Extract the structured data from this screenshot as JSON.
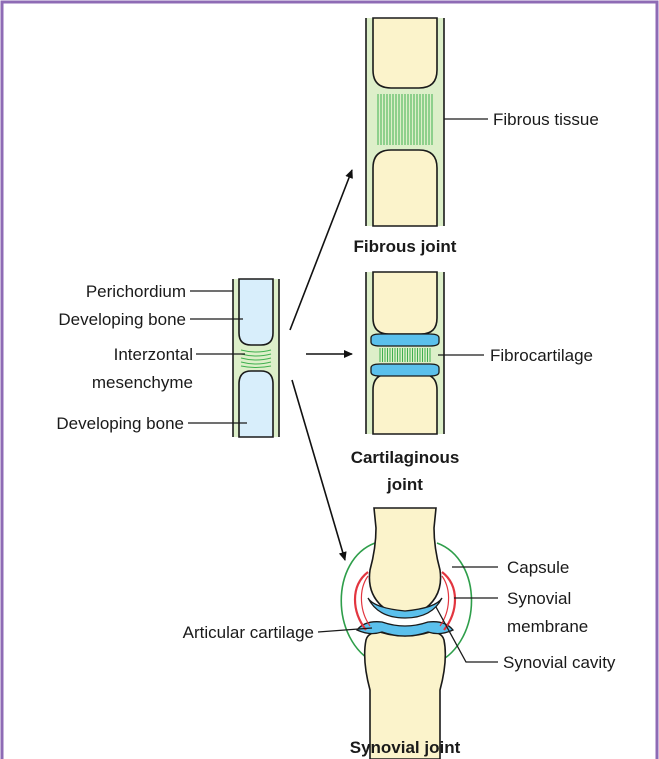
{
  "colors": {
    "frame": "#8E6BB5",
    "bone": "#FBF3CB",
    "developing_bone": "#D8EEFB",
    "mesenchyme": "#DDEFC9",
    "fibers": "#3FB04E",
    "cartilage": "#5BC0EC",
    "capsule": "#2E9E4A",
    "membrane": "#E2353F"
  },
  "labels": {
    "perichordium": "Perichordium",
    "developing_bone_top": "Developing bone",
    "interzontal_1": "Interzontal",
    "interzontal_2": "mesenchyme",
    "developing_bone_bottom": "Developing bone",
    "fibrous_tissue": "Fibrous tissue",
    "fibrocartilage": "Fibrocartilage",
    "capsule": "Capsule",
    "synovial_membrane_1": "Synovial",
    "synovial_membrane_2": "membrane",
    "articular_cartilage": "Articular cartilage",
    "synovial_cavity": "Synovial cavity"
  },
  "captions": {
    "fibrous": "Fibrous joint",
    "cartilaginous_1": "Cartilaginous",
    "cartilaginous_2": "joint",
    "synovial": "Synovial joint"
  }
}
